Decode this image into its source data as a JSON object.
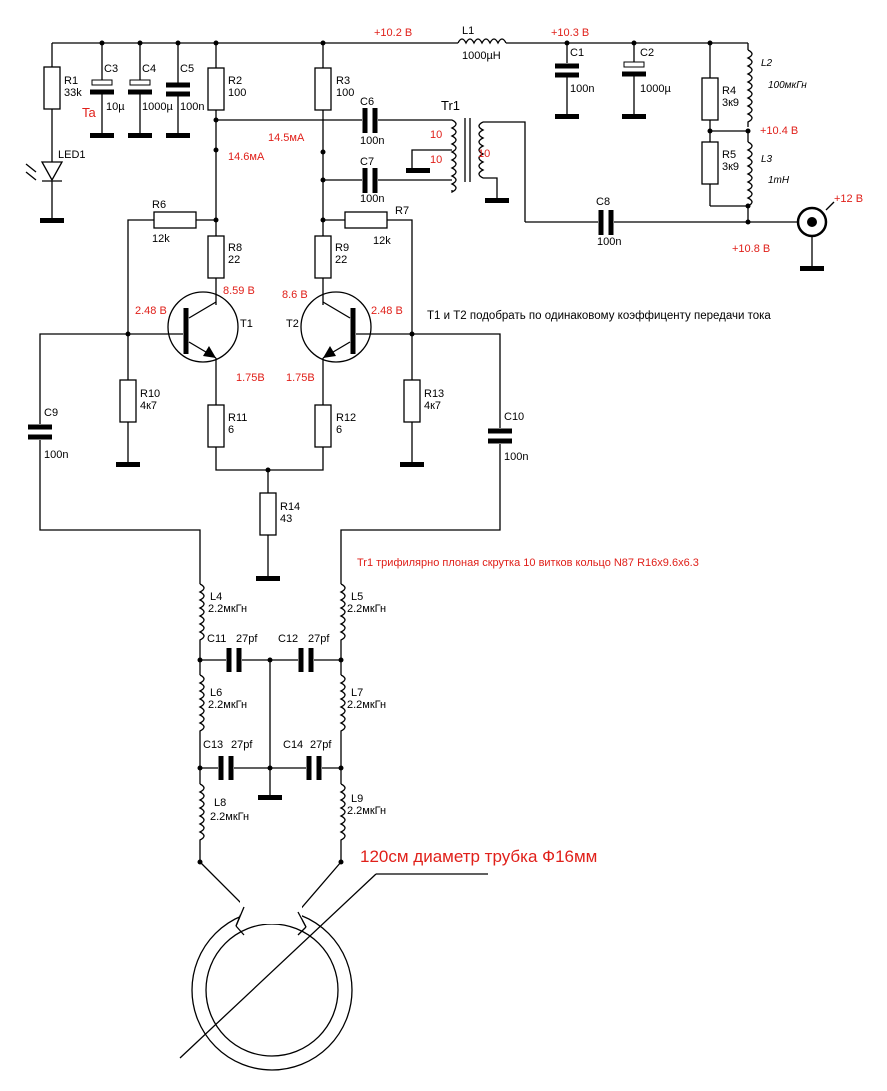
{
  "voltages": {
    "v_10_2": "+10.2 B",
    "v_10_3": "+10.3 B",
    "v_10_4": "+10.4 B",
    "v_12": "+12 B",
    "v_10_8": "+10.8 B",
    "i_14_5": "14.5мА",
    "i_14_6": "14.6мА",
    "v_859": "8.59 B",
    "v_86": "8.6 B",
    "v_248_l": "2.48 B",
    "v_248_r": "2.48 B",
    "v_175_l": "1.75B",
    "v_175_r": "1.75B"
  },
  "components": {
    "l1": {
      "ref": "L1",
      "value": "1000µH"
    },
    "c1": {
      "ref": "C1",
      "value": "100n"
    },
    "c2": {
      "ref": "C2",
      "value": "1000µ"
    },
    "r1": {
      "ref": "R1",
      "value": "33k"
    },
    "c3": {
      "ref": "C3",
      "value": "10µ"
    },
    "c4": {
      "ref": "C4",
      "value": "1000µ"
    },
    "c5": {
      "ref": "C5",
      "value": "100n"
    },
    "ta": "Ta",
    "r2": {
      "ref": "R2",
      "value": "100"
    },
    "r3": {
      "ref": "R3",
      "value": "100"
    },
    "c6": {
      "ref": "C6",
      "value": "100n"
    },
    "c7": {
      "ref": "C7",
      "value": "100n"
    },
    "tr1": {
      "ref": "Tr1",
      "w1": "10",
      "w2": "10",
      "w3": "10"
    },
    "r4": {
      "ref": "R4",
      "value": "3к9"
    },
    "r5": {
      "ref": "R5",
      "value": "3к9"
    },
    "l2": {
      "ref": "L2",
      "value": "100мкГн"
    },
    "l3": {
      "ref": "L3",
      "value": "1mH"
    },
    "c8": {
      "ref": "C8",
      "value": "100n"
    },
    "led1": {
      "ref": "LED1"
    },
    "r6": {
      "ref": "R6",
      "value": "12k"
    },
    "r7": {
      "ref": "R7",
      "value": "12k"
    },
    "r8": {
      "ref": "R8",
      "value": "22"
    },
    "r9": {
      "ref": "R9",
      "value": "22"
    },
    "t1": {
      "ref": "T1"
    },
    "t2": {
      "ref": "T2"
    },
    "r10": {
      "ref": "R10",
      "value": "4к7"
    },
    "r13": {
      "ref": "R13",
      "value": "4к7"
    },
    "c9": {
      "ref": "C9",
      "value": "100n"
    },
    "c10": {
      "ref": "C10",
      "value": "100n"
    },
    "r11": {
      "ref": "R11",
      "value": "6"
    },
    "r12": {
      "ref": "R12",
      "value": "6"
    },
    "r14": {
      "ref": "R14",
      "value": "43"
    },
    "l4": {
      "ref": "L4",
      "value": "2.2мкГн"
    },
    "l5": {
      "ref": "L5",
      "value": "2.2мкГн"
    },
    "l6": {
      "ref": "L6",
      "value": "2.2мкГн"
    },
    "l7": {
      "ref": "L7",
      "value": "2.2мкГн"
    },
    "l8": {
      "ref": "L8",
      "value": "2.2мкГн"
    },
    "l9": {
      "ref": "L9",
      "value": "2.2мкГн"
    },
    "c11": {
      "ref": "C11",
      "value": "27pf"
    },
    "c12": {
      "ref": "C12",
      "value": "27pf"
    },
    "c13": {
      "ref": "C13",
      "value": "27pf"
    },
    "c14": {
      "ref": "C14",
      "value": "27pf"
    }
  },
  "notes": {
    "matching": "T1 и T2 подобрать по одинаковому коэффиценту передачи тока",
    "transformer": "Tr1 трифилярно плоная скрутка 10 витков кольцо N87 R16x9.6x6.3",
    "loop": "120см диаметр трубка Ф16мм"
  }
}
